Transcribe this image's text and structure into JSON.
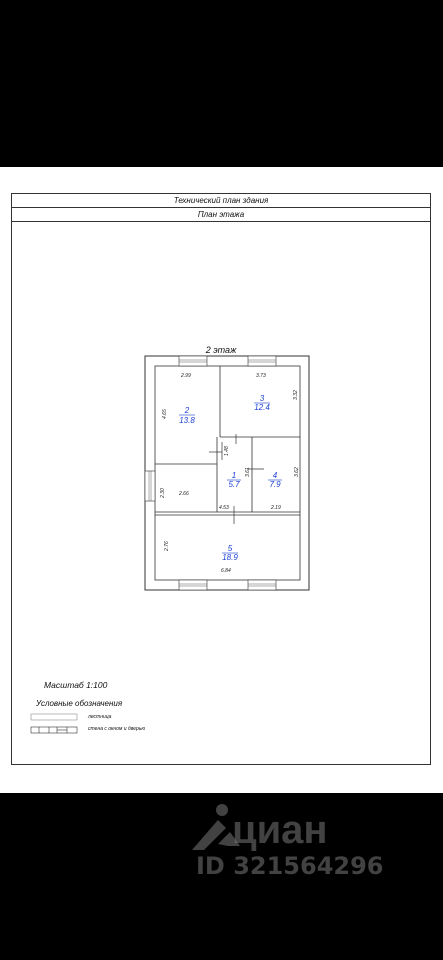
{
  "header": {
    "title": "Технический план здания",
    "subtitle": "План этажа"
  },
  "floor_label": "2 этаж",
  "rooms": [
    {
      "num": "1",
      "area": "5.7"
    },
    {
      "num": "2",
      "area": "13.8"
    },
    {
      "num": "3",
      "area": "12.4"
    },
    {
      "num": "4",
      "area": "7.9"
    },
    {
      "num": "5",
      "area": "18.9"
    }
  ],
  "dimensions": {
    "d299": "2.99",
    "d373": "3.73",
    "d465": "4.65",
    "d332": "3.32",
    "d148": "1.48",
    "d361": "3.61",
    "d362": "3.62",
    "d230": "2.30",
    "d266": "2.66",
    "d453": "4.53",
    "d219": "2.19",
    "d276": "2.76",
    "d684": "6.84"
  },
  "scale": "Масштаб 1:100",
  "legend": {
    "title": "Условные обозначения",
    "items": [
      "лестница",
      "стена с окном и дверью"
    ]
  },
  "watermark": {
    "brand": "циан",
    "id": "ID 321564296"
  },
  "colors": {
    "room_label": "#1a3fd4",
    "line": "#333333"
  }
}
